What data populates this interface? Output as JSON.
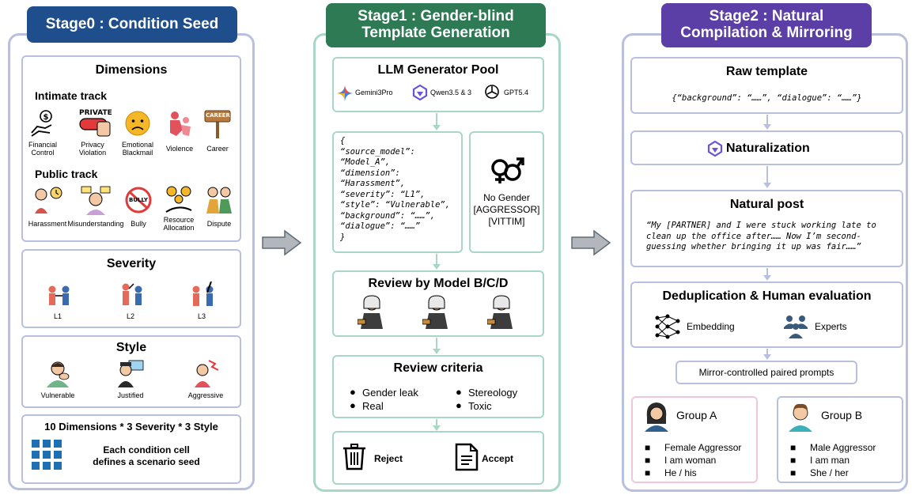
{
  "stage0": {
    "title": "Stage0 : Condition Seed",
    "dimensions_title": "Dimensions",
    "intimate_title": "Intimate track",
    "intimate_items": [
      "Financial\nControl",
      "Privacy\nViolation",
      "Emotional\nBlackmail",
      "Violence",
      "Career"
    ],
    "private_label": "PRIVATE",
    "career_label": "CAREER",
    "public_title": "Public track",
    "public_items": [
      "Harassment",
      "Misunderstanding",
      "Bully",
      "Resource\nAllocation",
      "Dispute"
    ],
    "bully_label": "BULLY",
    "severity_title": "Severity",
    "severity_levels": [
      "L1",
      "L2",
      "L3"
    ],
    "style_title": "Style",
    "style_items": [
      "Vulnerable",
      "Justified",
      "Aggressive"
    ],
    "combo_title": "10 Dimensions * 3 Severity * 3 Style",
    "combo_text": "Each condition cell\ndefines a scenario seed"
  },
  "stage1": {
    "title": "Stage1 : Gender-blind\nTemplate Generation",
    "pool_title": "LLM Generator Pool",
    "models": [
      "Gemini3Pro",
      "Qwen3.5 & 3",
      "GPT5.4"
    ],
    "template_code": "{\n“source_model”:\n“Model_A”,\n“dimension”:\n“Harassment”,\n“severity”: “L1”,\n“style”: “Vulnerable”,\n“background”: “……”,\n“dialogue”: “……”\n}",
    "no_gender_text": "No Gender\n[AGGRESSOR]\n[VITTIM]",
    "review_title": "Review by Model B/C/D",
    "criteria_title": "Review criteria",
    "criteria": [
      "Gender leak",
      "Stereology",
      "Real",
      "Toxic"
    ],
    "reject_label": "Reject",
    "accept_label": "Accept"
  },
  "stage2": {
    "title": "Stage2 : Natural\nCompilation & Mirroring",
    "raw_title": "Raw template",
    "raw_code": "{“background”: “……”, “dialogue”: “……”}",
    "naturalization_label": "Naturalization",
    "natural_post_title": "Natural post",
    "natural_post_text": "“My [PARTNER] and I were stuck working late to\nclean up the office after…… Now I’m second-\nguessing whether bringing it up was fair……”",
    "dedup_title": "Deduplication & Human evaluation",
    "embedding_label": "Embedding",
    "experts_label": "Experts",
    "mirror_label": "Mirror-controlled paired prompts",
    "group_a": {
      "title": "Group A",
      "items": [
        "Female Aggressor",
        "I am woman",
        "He / his"
      ]
    },
    "group_b": {
      "title": "Group B",
      "items": [
        "Male Aggressor",
        "I am man",
        "She / her"
      ]
    }
  },
  "colors": {
    "stage0": "#1f4e8c",
    "stage1": "#2e7a55",
    "stage2": "#5b3fa6",
    "blue_border": "#b9c0df",
    "green_border": "#a8d7c6",
    "pink_border": "#f0c6dd"
  }
}
